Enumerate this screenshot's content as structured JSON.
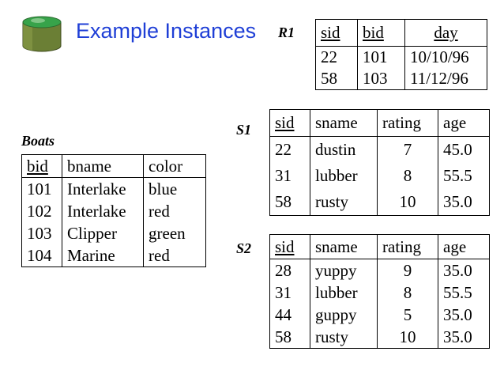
{
  "title": "Example Instances",
  "icons": {
    "logo": "database-cylinder-icon"
  },
  "colors": {
    "title": "#1f3fd6",
    "cylinder_top": "#37a34a",
    "cylinder_body": "#6b7f35"
  },
  "r1": {
    "label": "R1",
    "headers": [
      "sid",
      "bid",
      "day"
    ],
    "rows": [
      [
        "22",
        "101",
        "10/10/96"
      ],
      [
        "58",
        "103",
        "11/12/96"
      ]
    ]
  },
  "boats": {
    "label": "Boats",
    "headers": [
      "bid",
      "bname",
      "color"
    ],
    "rows": [
      [
        "101",
        "Interlake",
        "blue"
      ],
      [
        "102",
        "Interlake",
        "red"
      ],
      [
        "103",
        "Clipper",
        "green"
      ],
      [
        "104",
        "Marine",
        "red"
      ]
    ]
  },
  "s1": {
    "label": "S1",
    "headers": [
      "sid",
      "sname",
      "rating",
      "age"
    ],
    "rows": [
      [
        "22",
        "dustin",
        "7",
        "45.0"
      ],
      [
        "31",
        "lubber",
        "8",
        "55.5"
      ],
      [
        "58",
        "rusty",
        "10",
        "35.0"
      ]
    ]
  },
  "s2": {
    "label": "S2",
    "headers": [
      "sid",
      "sname",
      "rating",
      "age"
    ],
    "rows": [
      [
        "28",
        "yuppy",
        "9",
        "35.0"
      ],
      [
        "31",
        "lubber",
        "8",
        "55.5"
      ],
      [
        "44",
        "guppy",
        "5",
        "35.0"
      ],
      [
        "58",
        "rusty",
        "10",
        "35.0"
      ]
    ]
  }
}
